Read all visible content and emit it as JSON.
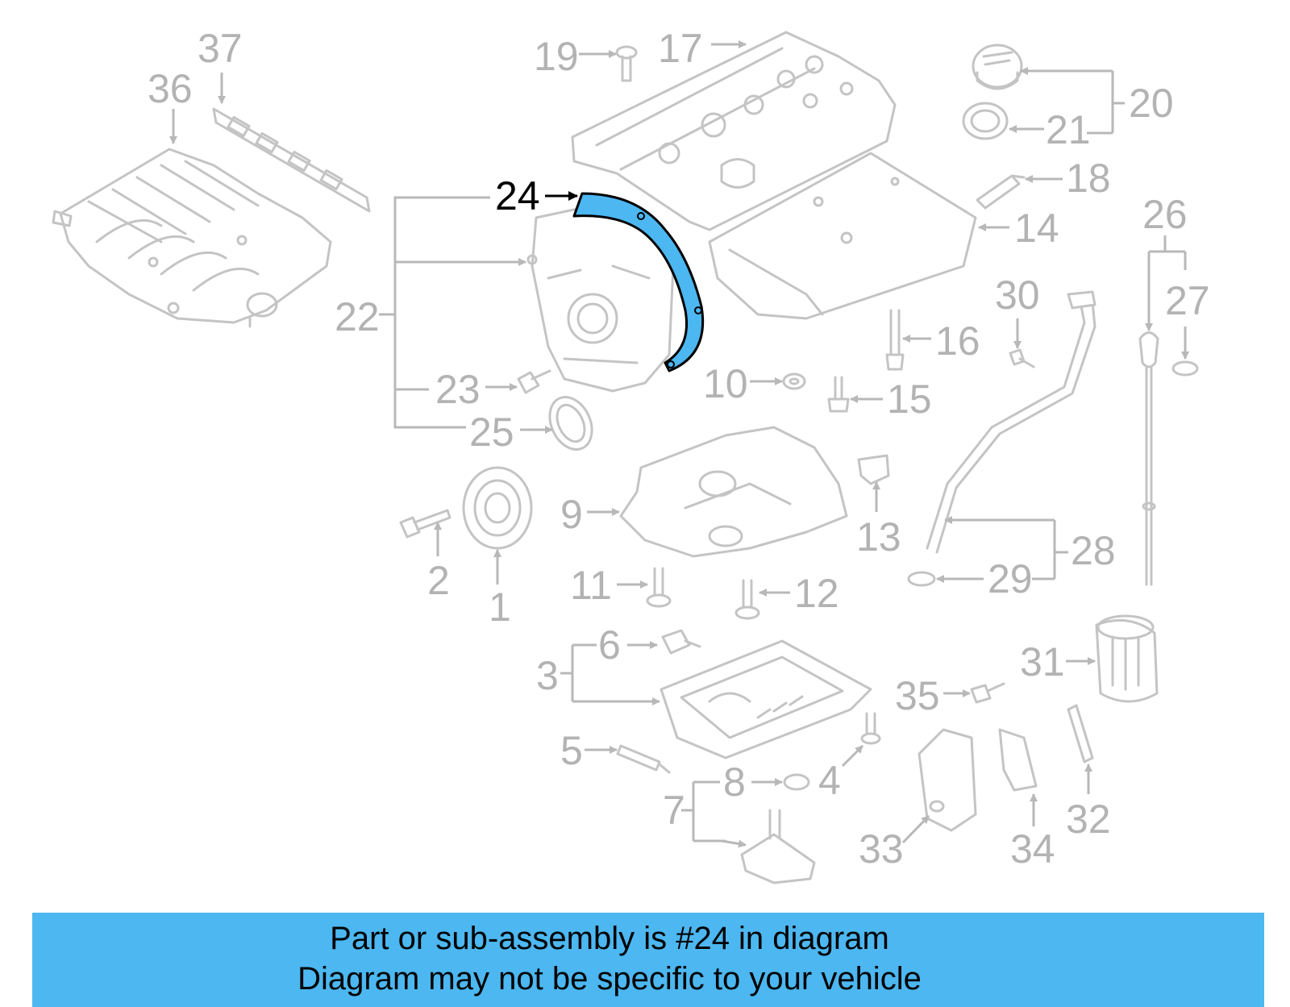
{
  "callouts": [
    "1",
    "2",
    "3",
    "4",
    "5",
    "6",
    "7",
    "8",
    "9",
    "10",
    "11",
    "12",
    "13",
    "14",
    "15",
    "16",
    "17",
    "18",
    "19",
    "20",
    "21",
    "22",
    "23",
    "24",
    "25",
    "26",
    "27",
    "28",
    "29",
    "30",
    "31",
    "32",
    "33",
    "34",
    "35",
    "36",
    "37"
  ],
  "highlight": {
    "callout": "24",
    "color": "#4cb7f0"
  },
  "banner": {
    "line1": "Part or sub-assembly is #24 in diagram",
    "line2": "Diagram may not be specific to your vehicle",
    "color": "#4cb7f0"
  }
}
